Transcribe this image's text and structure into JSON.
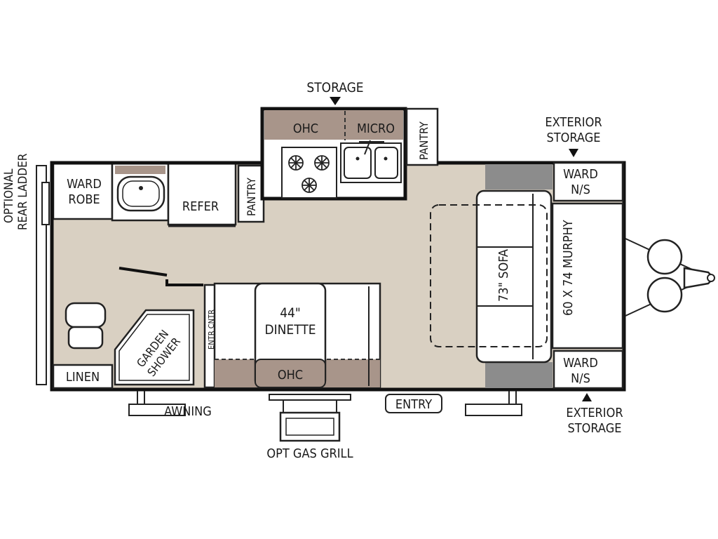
{
  "labels": {
    "optional_rear_ladder_1": "OPTIONAL",
    "optional_rear_ladder_2": "REAR LADDER",
    "wardrobe_1": "WARD",
    "wardrobe_2": "ROBE",
    "refer": "REFER",
    "pantry_left": "PANTRY",
    "storage_top": "STORAGE",
    "ohc_top": "OHC",
    "micro": "MICRO",
    "pantry_right": "PANTRY",
    "exterior_storage_top_1": "EXTERIOR",
    "exterior_storage_top_2": "STORAGE",
    "ward_ns_top_1": "WARD",
    "ward_ns_top_2": "N/S",
    "sofa": "73\" SOFA",
    "murphy": "60 X 74 MURPHY",
    "ward_ns_bottom_1": "WARD",
    "ward_ns_bottom_2": "N/S",
    "exterior_storage_bottom_1": "EXTERIOR",
    "exterior_storage_bottom_2": "STORAGE",
    "garden_shower_1": "GARDEN",
    "garden_shower_2": "SHOWER",
    "linen": "LINEN",
    "entr_cntr": "ENTR CNTR",
    "dinette_1": "44\"",
    "dinette_2": "DINETTE",
    "ohc_bottom": "OHC",
    "awning": "AWNING",
    "entry": "ENTRY",
    "opt_gas_grill": "OPT GAS GRILL"
  },
  "colors": {
    "floor": "#d9d0c2",
    "cabinet": "#a8958a",
    "dark_storage": "#8c8c8c",
    "wall": "#111111",
    "fixture": "#ffffff"
  }
}
